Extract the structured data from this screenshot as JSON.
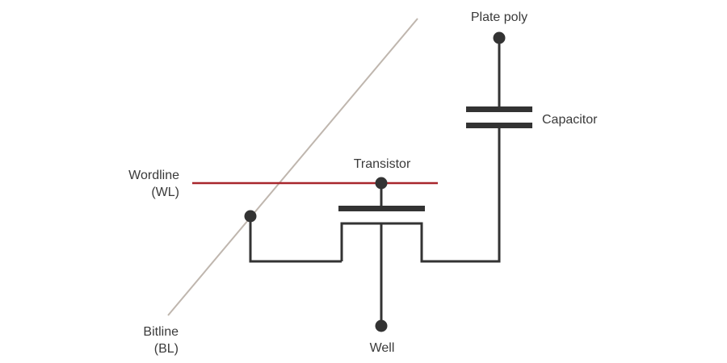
{
  "labels": {
    "plate_poly": "Plate poly",
    "capacitor": "Capacitor",
    "transistor": "Transistor",
    "wordline_line1": "Wordline",
    "wordline_line2": "(WL)",
    "bitline_line1": "Bitline",
    "bitline_line2": "(BL)",
    "well": "Well"
  },
  "colors": {
    "wire": "#333333",
    "wordline": "#a8262c",
    "bitline": "#bfb6ae",
    "text": "#3a3a3a"
  }
}
